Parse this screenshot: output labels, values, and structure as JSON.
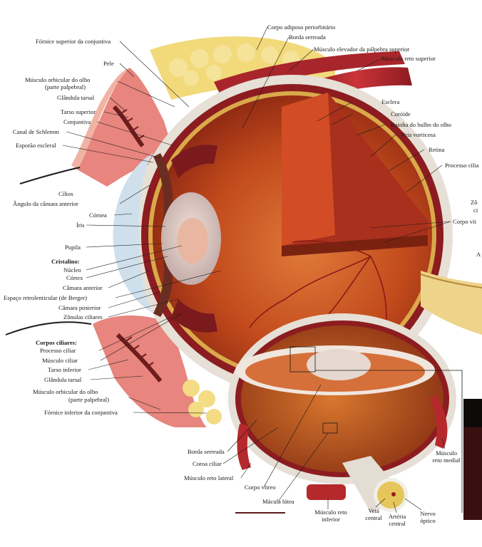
{
  "labels": {
    "fornice_superior": "Fórnice superior da conjuntiva",
    "corpo_adiposo": "Corpo adiposo periorbitário",
    "borda_serreada_top": "Borda serreada",
    "elevador_palpebra": "Músculo elevador da pálpebra superior",
    "reto_superior": "Músculo reto superior",
    "pele": "Pele",
    "orbicular_sup_1": "Músculo orbicular do olho",
    "orbicular_sup_2": "(parte palpebral)",
    "glandula_tarsal_sup": "Glândula tarsal",
    "tarso_superior": "Tarso superior",
    "conjuntiva": "Conjuntiva",
    "canal_schlemm": "Canal de Schlemm",
    "esporao_escleral": "Esporão escleral",
    "cilios": "Cílios",
    "angulo_camara": "Ângulo da câmara anterior",
    "cornea": "Córnea",
    "iris": "Íris",
    "pupila": "Pupila",
    "cristalino": "Cristalino:",
    "nucleo": "Núcleo",
    "cortex": "Córtex",
    "camara_anterior": "Câmara anterior",
    "espaco_retrolenticular": "Espaço retrolenticular (de Berger)",
    "camara_posterior": "Câmara posterior",
    "zonulas": "Zônulas ciliares",
    "corpos_ciliares": "Corpos ciliares:",
    "processo_ciliar": "Processo ciliar",
    "musculo_ciliar": "Músculo ciliar",
    "tarso_inferior": "Tarso inferior",
    "glandula_tarsal_inf": "Glândula tarsal",
    "orbicular_inf_1": "Músculo orbicular do olho",
    "orbicular_inf_2": "(parte palpebral)",
    "fornice_inferior": "Fórnice inferior da conjuntiva",
    "esclera": "Esclera",
    "coroide": "Coróide",
    "bainha_bulbo": "Bainha do bulbo do olho",
    "veia_vorticosa": "Veia vorticosa",
    "retina": "Retina",
    "processo_cilia_cut": "Processo cilia",
    "zo_cut": "Zô",
    "ci_cut": "ci",
    "corpo_vit_cut": "Corpo vít",
    "a_cut": "A",
    "borda_serreada_bottom": "Borda serreada",
    "coroa_ciliar": "Coroa ciliar",
    "reto_lateral": "Músculo reto lateral",
    "corpo_vitreo": "Corpo vítreo",
    "macula": "Mácula lútea",
    "reto_inferior": "Músculo reto inferior",
    "veia_central": "Veia central",
    "arteria_central": "Artéria central",
    "nervo_optico": "Nervo óptico",
    "reto_medial": "Músculo reto medial"
  },
  "colors": {
    "sclera": "#e9e4dc",
    "choroid": "#8e1a1f",
    "interior": "#c8501f",
    "fat": "#f0d86a",
    "muscle": "#b2272d",
    "cornea": "#cfe0ec",
    "leader": "#1b1b1b"
  }
}
